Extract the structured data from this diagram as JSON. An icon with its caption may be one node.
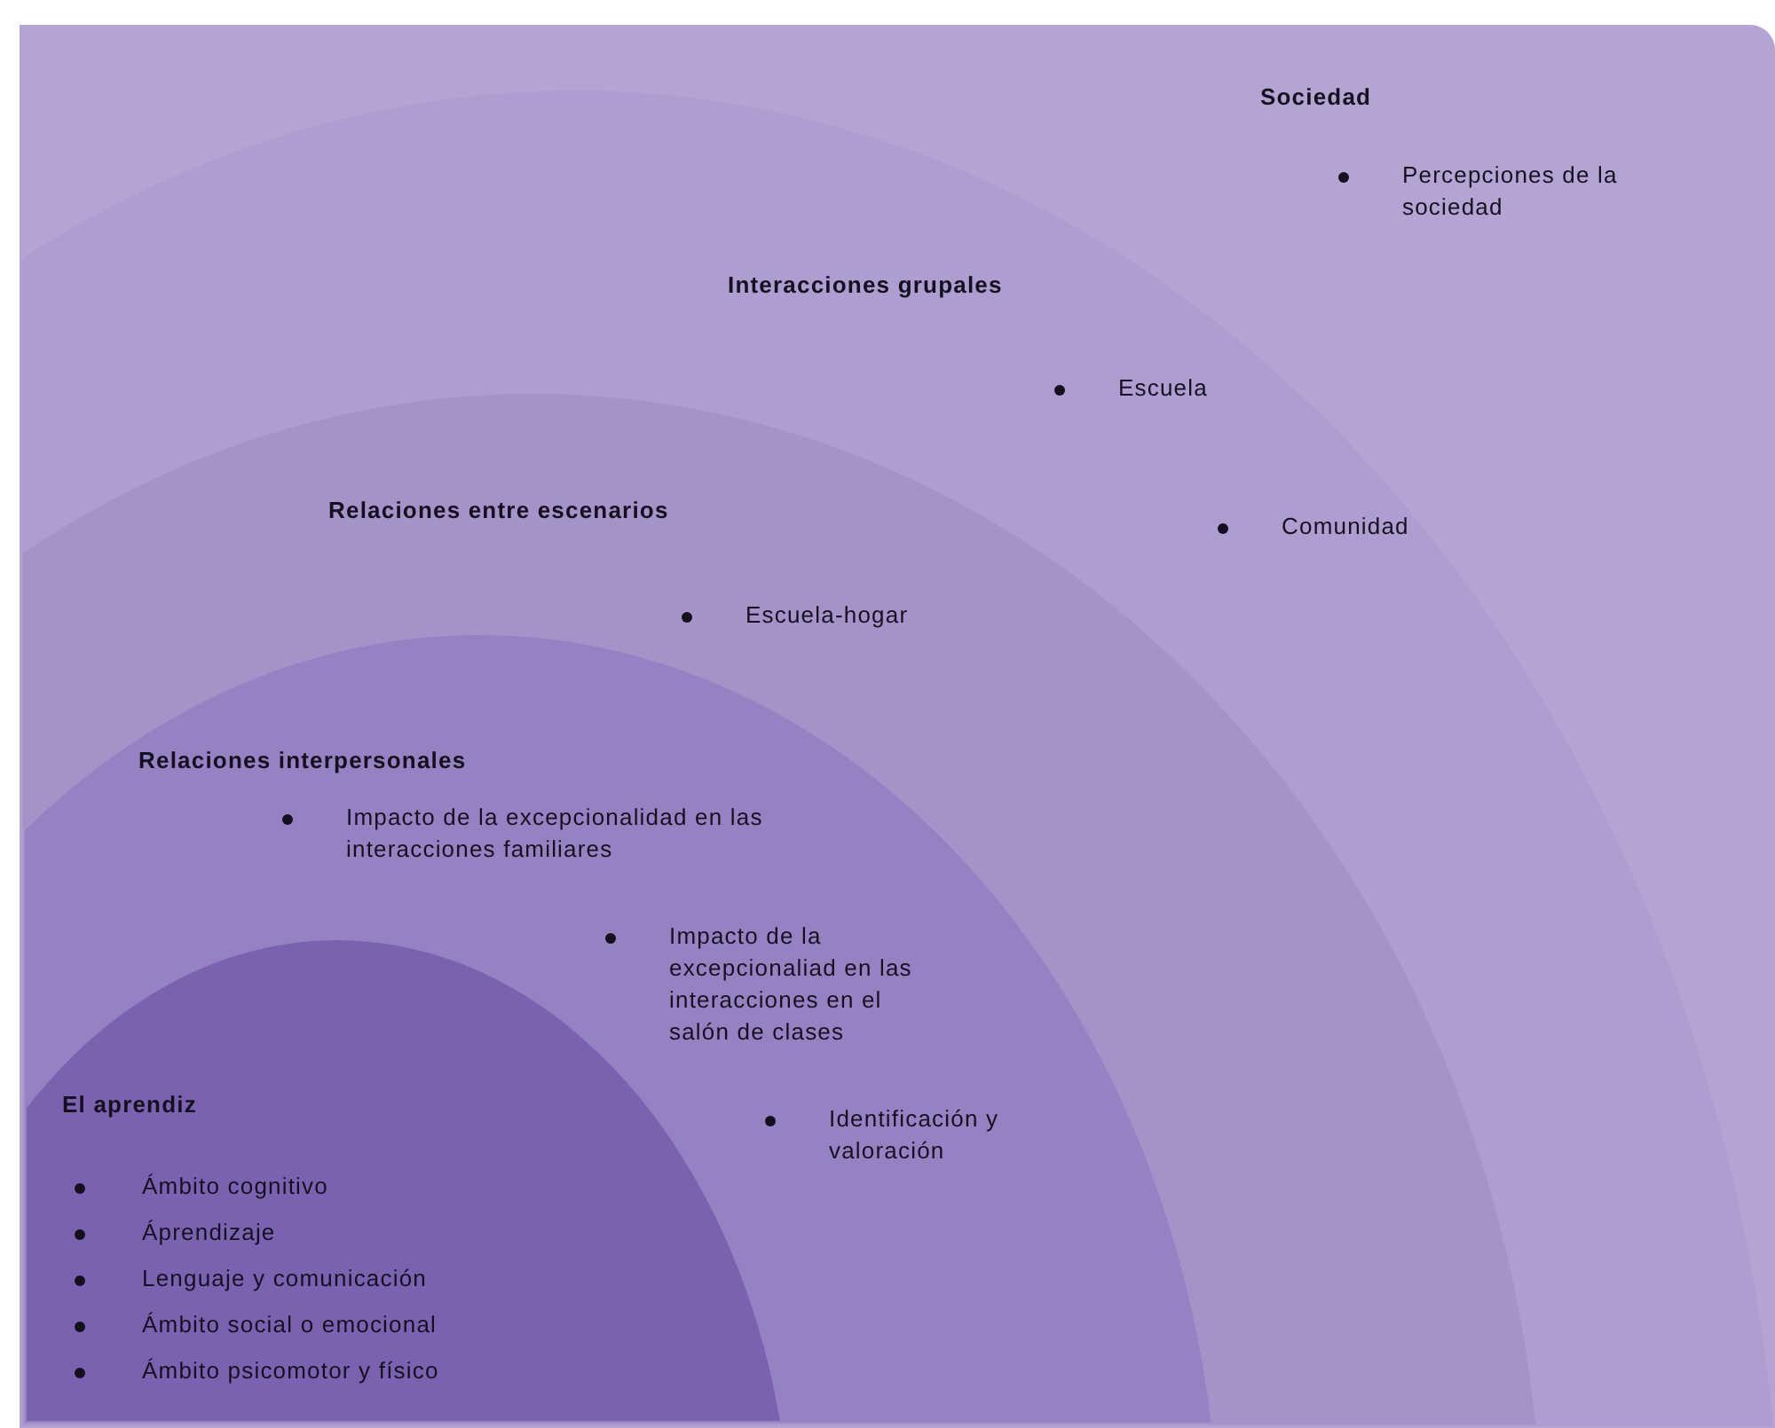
{
  "diagram": {
    "nodes": [
      {
        "text": [
          "Sociedad",
          "Percepciones de la sociedad"
        ]
      },
      {
        "text": [
          "Interacciones grupales",
          "Escuela",
          "Comunidad"
        ],
        "in": 0
      },
      {
        "text": [
          "Relaciones entre escenarios",
          "Escuela-hogar"
        ],
        "in": 1
      },
      {
        "text": [
          "Relaciones interpersonales",
          "Impacto de la excepcionalidad en las interacciones familiares",
          "Impacto de la excepcionaliad en las interacciones en el salón de clases",
          "Identificación y valoración"
        ],
        "in": 2
      },
      {
        "text": [
          "El aprendiz",
          "Ámbito cognitivo",
          "Áprendizaje",
          "Lenguaje y comunicación",
          "Ámbito social o emocional",
          "Ámbito psicomotor y físico"
        ],
        "in": 3
      }
    ]
  }
}
